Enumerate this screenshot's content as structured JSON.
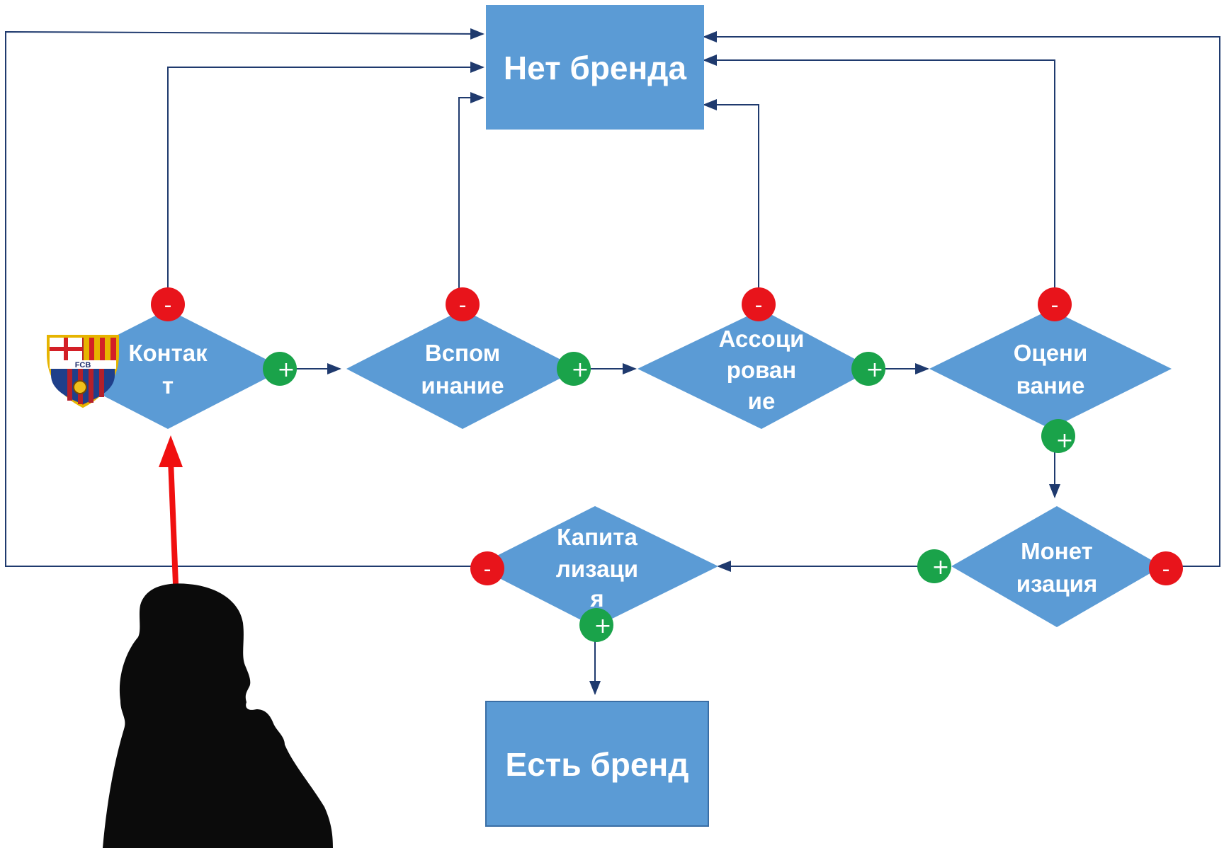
{
  "diagram": {
    "colors": {
      "box": "#5b9bd5",
      "line": "#1f3a6e",
      "minus": "#e8141b",
      "plus": "#1aa34a",
      "arrow_red": "#f01010"
    },
    "top_box": {
      "label": "Нет бренда"
    },
    "bottom_box": {
      "label": "Есть бренд"
    },
    "nodes": [
      {
        "id": "contact",
        "lines": [
          "Контак",
          "т"
        ]
      },
      {
        "id": "recall",
        "lines": [
          "Вспом",
          "инание"
        ]
      },
      {
        "id": "association",
        "lines": [
          "Ассоци",
          "рован",
          "ие"
        ]
      },
      {
        "id": "evaluation",
        "lines": [
          "Оцени",
          "вание"
        ]
      },
      {
        "id": "monetization",
        "lines": [
          "Монет",
          "изация"
        ]
      },
      {
        "id": "capitalization",
        "lines": [
          "Капита",
          "лизаци",
          "я"
        ]
      }
    ],
    "signs": {
      "minus": "-",
      "plus": "+"
    },
    "logo": {
      "name": "fc-barcelona-crest",
      "text": "FCB"
    },
    "image": {
      "name": "man-silhouette-thinking"
    }
  }
}
